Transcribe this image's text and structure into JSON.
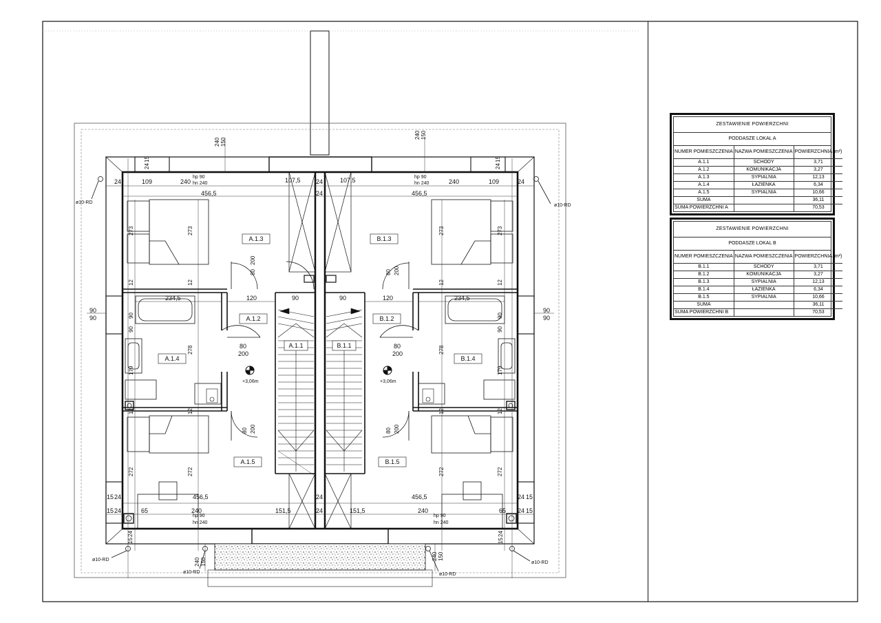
{
  "table_a": {
    "title": "ZESTAWIENIE POWIERZCHNI",
    "subtitle": "PODDASZE LOKAL A",
    "headers": [
      "NUMER POMIESZCZENIA",
      "NAZWA POMIESZCZENIA",
      "POWIERZCHNIA (m²)"
    ],
    "rows": [
      [
        "A.1.1",
        "SCHODY",
        "3,71"
      ],
      [
        "A.1.2",
        "KOMUNIKACJA",
        "3,27"
      ],
      [
        "A.1.3",
        "SYPIALNIA",
        "12,13"
      ],
      [
        "A.1.4",
        "ŁAZIENKA",
        "6,34"
      ],
      [
        "A.1.5",
        "SYPIALNIA",
        "10,66"
      ],
      [
        "SUMA",
        "",
        "36,11"
      ]
    ],
    "total_label": "SUMA POWIERZCHNI A",
    "total_value": "70,53"
  },
  "table_b": {
    "title": "ZESTAWIENIE POWIERZCHNI",
    "subtitle": "PODDASZE LOKAL B",
    "headers": [
      "NUMER POMIESZCZENIA",
      "NAZWA POMIESZCZENIA",
      "POWIERZCHNIA (m²)"
    ],
    "rows": [
      [
        "B.1.1",
        "SCHODY",
        "3,71"
      ],
      [
        "B.1.2",
        "KOMUNIKACJA",
        "3,27"
      ],
      [
        "B.1.3",
        "SYPIALNIA",
        "12,13"
      ],
      [
        "B.1.4",
        "ŁAZIENKA",
        "6,34"
      ],
      [
        "B.1.5",
        "SYPIALNIA",
        "10,66"
      ],
      [
        "SUMA",
        "",
        "36,11"
      ]
    ],
    "total_label": "SUMA POWIERZCHNI B",
    "total_value": "70,53"
  },
  "rooms": {
    "a13": "A.1.3",
    "a12": "A.1.2",
    "a11": "A.1.1",
    "a14": "A.1.4",
    "a15": "A.1.5",
    "b13": "B.1.3",
    "b12": "B.1.2",
    "b11": "B.1.1",
    "b14": "B.1.4",
    "b15": "B.1.5"
  },
  "levels": {
    "a": "+3,06m",
    "b": "+3,06m"
  },
  "downpipe_label": "ø10-RD",
  "dims": {
    "top_total": "456,5",
    "bottom_total": "456,5",
    "d109": "109",
    "d240": "240",
    "d107_5": "107,5",
    "d24": "24",
    "d15": "15",
    "d65": "65",
    "d151_5": "151,5",
    "d120": "120",
    "d90": "90",
    "d80": "80",
    "d200": "200",
    "d273": "273",
    "d272": "272",
    "d278": "278",
    "d179": "179",
    "d12": "12",
    "d234_5": "234,5",
    "d150": "150",
    "hp90": "hp 90",
    "hn240": "hn 240"
  }
}
